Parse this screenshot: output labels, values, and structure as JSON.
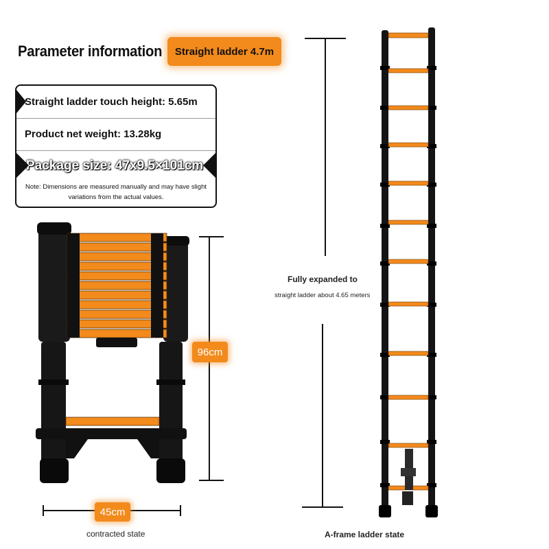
{
  "header": {
    "title": "Parameter information",
    "badge": "Straight ladder 4.7m"
  },
  "specs": {
    "touch_height": "Straight ladder touch height: 5.65m",
    "net_weight": "Product net weight: 13.28kg",
    "package_size": "Package size: 47x9.5×101cm",
    "note": "Note: Dimensions are measured manually and may have slight variations from the actual values."
  },
  "contracted": {
    "height_label": "96cm",
    "width_label": "45cm",
    "caption": "contracted state"
  },
  "expanded": {
    "title": "Fully expanded to",
    "subtitle": "straight ladder about 4.65 meters",
    "caption": "A-frame ladder state"
  },
  "colors": {
    "accent": "#f28a1c",
    "ladder": "#111111"
  }
}
